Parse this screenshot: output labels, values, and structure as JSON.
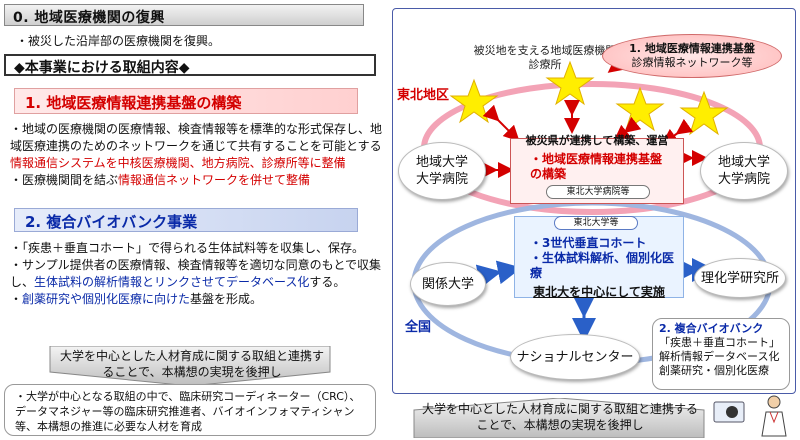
{
  "left": {
    "sec0": {
      "title": "0. 地域医療機関の復興",
      "text": "・被災した沿岸部の医療機関を復興。"
    },
    "main_heading": "◆本事業における取組内容◆",
    "section1": {
      "title": "1. 地域医療情報連携基盤の構築",
      "para1_a": "・地域の医療機関の医療情報、検査情報等を標準的な形式保存し、地域医療連携のためのネットワークを通じて共有することを可能とする",
      "para1_red": "情報通信システムを中核医療機関、地方病院、診療所等に整備",
      "para2_a": "・医療機関間を結ぶ",
      "para2_red": "情報通信ネットワークを併せて整備"
    },
    "section2": {
      "title": "2. 複合バイオバンク事業",
      "para1": "・「疾患＋垂直コホート」で得られる生体試料等を収集し、保存。",
      "para2_a": "・サンプル提供者の医療情報、検査情報等を適切な同意のもとで収集し、",
      "para2_blue": "生体試料の解析情報とリンクさせてデータベース化",
      "para2_b": "する。",
      "para3_a": "・",
      "para3_blue": "創薬研究や個別化医療に向けた",
      "para3_b": "基盤を形成。"
    },
    "arrow_text": "大学を中心とした人材育成に関する取組と連携することで、本構想の実現を後押し",
    "bottom_box": "・大学が中心となる取組の中で、臨床研究コーディネーター（CRC）、データマネジャー等の臨床研究推進者、バイオインフォマティシャン等、本構想の推進に必要な人材を育成"
  },
  "right": {
    "support_label": "被災地を支える地域医療機関\n診療所",
    "region_tohoku": "東北地区",
    "region_zenkoku": "全国",
    "callout1": {
      "title": "1. 地域医療情報連携基盤",
      "sub": "診療情報ネットワーク等"
    },
    "center": {
      "head": "被災県が連携して構築、運営",
      "body": "・地域医療情報連携基盤の構築",
      "tag": "東北大学病院等"
    },
    "blue": {
      "tag": "東北大学等",
      "line1": "・3世代垂直コホート",
      "line2": "・生体試料解析、個別化医療",
      "foot": "東北大を中心にして実施"
    },
    "nodes": {
      "univ_left": "地域大学\n大学病院",
      "univ_right": "地域大学\n大学病院",
      "kankei": "関係大学",
      "riken": "理化学研究所",
      "national": "ナショナルセンター"
    },
    "callout2": {
      "title": "2. 複合バイオバンク",
      "line1": "「疾患＋垂直コホート」",
      "line2": "解析情報データベース化",
      "line3": "創薬研究・個別化医療"
    },
    "arrow_text": "大学を中心とした人材育成に関する取組と連携することで、本構想の実現を後押し"
  },
  "colors": {
    "red": "#d40000",
    "blue": "#0a2aa8",
    "star": "#ffee00",
    "pink_ring": "#f3a3b6",
    "blue_ring": "#9fb6e0"
  }
}
